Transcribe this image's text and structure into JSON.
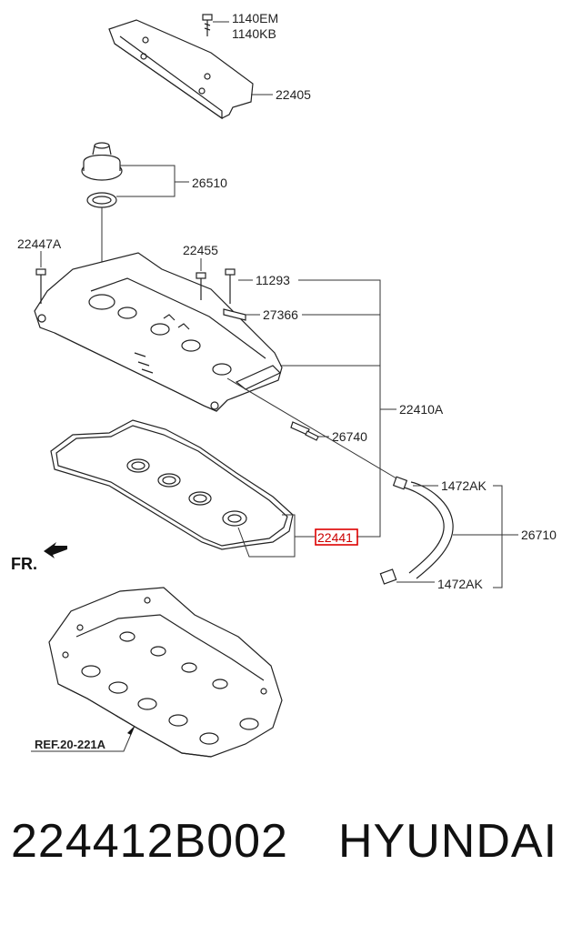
{
  "labels": {
    "l_1140em": "1140EM",
    "l_1140kb": "1140KB",
    "l_22405": "22405",
    "l_26510": "26510",
    "l_22447a": "22447A",
    "l_22455": "22455",
    "l_11293": "11293",
    "l_27366": "27366",
    "l_22410a": "22410A",
    "l_26740": "26740",
    "l_1472ak_top": "1472AK",
    "l_22441": "22441",
    "l_26710": "26710",
    "l_1472ak_bottom": "1472AK",
    "fr": "FR.",
    "ref": "REF.20-221A"
  },
  "highlight": {
    "part": "22441",
    "color": "#d00000"
  },
  "caption": {
    "part_number": "224412B002",
    "brand": "HYUNDAI"
  }
}
